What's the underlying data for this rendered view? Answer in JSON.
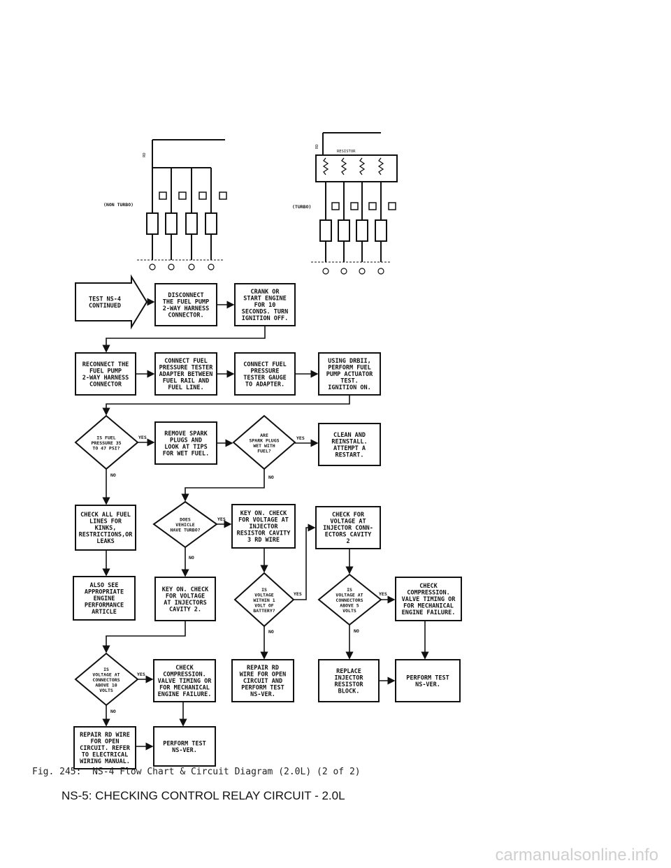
{
  "circuit": {
    "label_nonturbo": "(NON TURBO)",
    "label_turbo": "(TURBO)",
    "label_rd": "RD",
    "label_resistor": "RESISTOR"
  },
  "flow": {
    "box_start": "TEST NS-4\nCONTINUED",
    "box_disconnect": "DISCONNECT\nTHE FUEL PUMP\n2-WAY HARNESS\nCONNECTOR.",
    "box_crank": "CRANK OR\nSTART ENGINE\nFOR 10\nSECONDS. TURN\nIGNITION OFF.",
    "box_reconnect": "RECONNECT THE\nFUEL PUMP\n2-WAY HARNESS\nCONNECTOR",
    "box_connect_tester": "CONNECT FUEL\nPRESSURE TESTER\nADAPTER BETWEEN\nFUEL RAIL AND\nFUEL LINE.",
    "box_connect_gauge": "CONNECT FUEL\nPRESSURE\nTESTER GAUGE\nTO ADAPTER.",
    "box_drbii": "USING DRBII,\nPERFORM FUEL\nPUMP ACTUATOR\nTEST.\nIGNITION ON.",
    "dia_fuel_pressure": "IS FUEL\nPRESSURE 35\nTO 47 PSI?",
    "box_remove_plugs": "REMOVE SPARK\nPLUGS AND\nLOOK AT TIPS\nFOR WET FUEL.",
    "dia_plugs_wet": "ARE\nSPARK PLUGS\nWET WITH\nFUEL?",
    "box_clean": "CLEAN AND\nREINSTALL.\nATTEMPT A\nRESTART.",
    "box_check_lines": "CHECK ALL FUEL\nLINES FOR\nKINKS,\nRESTRICTIONS,OR\nLEAKS",
    "dia_turbo": "DOES\nVEHICLE\nHAVE TURBO?",
    "box_key_on_resistor": "KEY ON. CHECK\nFOR VOLTAGE AT\nINJECTOR\nRESISTOR CAVITY\n3 RD WIRE",
    "box_check_voltage_conn": "CHECK FOR\nVOLTAGE AT\nINJECTOR CONN-\nECTORS CAVITY\n2",
    "box_also_see": "ALSO SEE\nAPPROPRIATE\nENGINE\nPERFORMANCE\nARTICLE",
    "box_key_on_injectors": "KEY ON. CHECK\nFOR VOLTAGE\nAT INJECTORS\nCAVITY 2.",
    "dia_voltage_battery": "IS\nVOLTAGE\nWITHIN 1\nVOLT OF\nBATTERY?",
    "dia_conn_above5": "IS\nVOLTAGE AT\nCONNECTORS\nABOVE 5\nVOLTS",
    "box_check_compression_a": "CHECK\nCOMPRESSION.\nVALVE TIMING OR\nFOR MECHANICAL\nENGINE FAILURE.",
    "box_repair_rd": "REPAIR RD\nWIRE FOR OPEN\nCIRCUIT AND\nPERFORM TEST\nNS-VER.",
    "box_replace_resistor": "REPLACE\nINJECTOR\nRESISTOR\nBLOCK.",
    "box_perform_test_a": "PERFORM TEST\nNS-VER.",
    "dia_conn_above10": "IS\nVOLTAGE AT\nCONNECTORS\nABOVE 10\nVOLTS",
    "box_check_compression_b": "CHECK\nCOMPRESSION.\nVALVE TIMING OR\nFOR MECHANICAL\nENGINE FAILURE.",
    "box_repair_rd_open": "REPAIR RD WIRE\nFOR OPEN\nCIRCUIT. REFER\nTO ELECTRICAL\nWIRING MANUAL.",
    "box_perform_test_b": "PERFORM TEST\nNS-VER.",
    "yes": "YES",
    "no": "NO"
  },
  "caption": "Fig. 245:  NS-4 Flow Chart & Circuit Diagram (2.0L) (2 of 2)",
  "section_heading": "NS-5: CHECKING CONTROL RELAY CIRCUIT - 2.0L",
  "watermark": "carmanualsonline.info"
}
